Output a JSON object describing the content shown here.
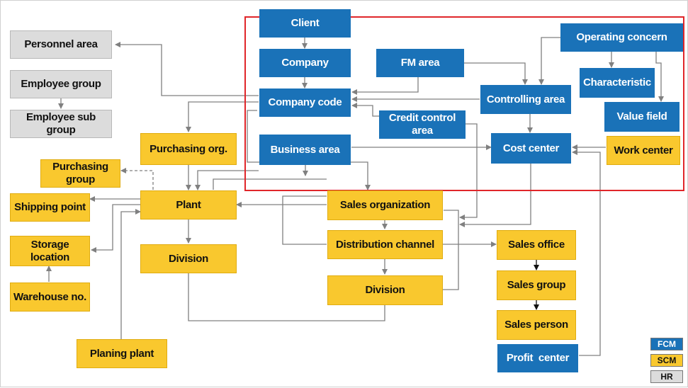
{
  "nodes": {
    "client": "Client",
    "company": "Company",
    "company_code": "Company code",
    "business_area": "Business area",
    "fm_area": "FM area",
    "credit_control_area": "Credit control area",
    "controlling_area": "Controlling area",
    "cost_center": "Cost center",
    "operating_concern": "Operating concern",
    "characteristic": "Characteristic",
    "value_field": "Value field",
    "work_center": "Work center",
    "personnel_area": "Personnel area",
    "employee_group": "Employee group",
    "employee_sub_group": "Employee sub group",
    "purchasing_org": "Purchasing org.",
    "purchasing_group": "Purchasing group",
    "plant": "Plant",
    "shipping_point": "Shipping point",
    "storage_location": "Storage location",
    "warehouse_no": "Warehouse no.",
    "division_plant": "Division",
    "planing_plant": "Planing plant",
    "sales_organization": "Sales organization",
    "distribution_channel": "Distribution channel",
    "division_sales": "Division",
    "sales_office": "Sales office",
    "sales_group": "Sales group",
    "sales_person": "Sales person",
    "profit_center": "Profit  center"
  },
  "legend": {
    "fcm": "FCM",
    "scm": "SCM",
    "hr": "HR"
  },
  "colors": {
    "fcm": "#1a72b8",
    "scm": "#f9c82e",
    "hr": "#dcdcdc",
    "connector": "#808080",
    "sales_arrow": "#111111",
    "highlight": "#e0262a"
  }
}
